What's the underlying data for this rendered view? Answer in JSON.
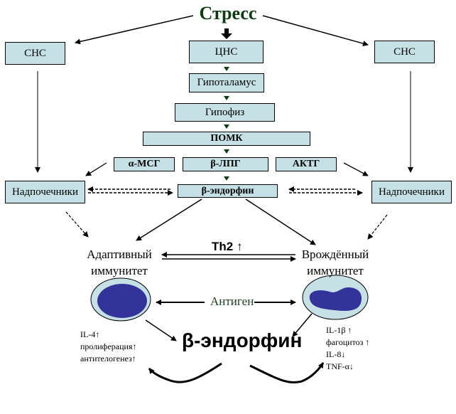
{
  "title": "Стресс",
  "colors": {
    "box_fill": "#c5e1e5",
    "title": "#0d3b12",
    "cell_outer": "#c5e1e5",
    "cell_nucleus": "#33339a"
  },
  "boxes": {
    "sns_left": "СНС",
    "cns": "ЦНС",
    "sns_right": "СНС",
    "hypothalamus": "Гипоталамус",
    "pituitary": "Гипофиз",
    "pomc": "ПОМК",
    "alpha_msh": "α-МСГ",
    "beta_lph": "β-ЛПГ",
    "acth": "АКТГ",
    "adrenal_left": "Надпочечники",
    "beta_endorphin": "β-эндорфин",
    "adrenal_right": "Надпочечники"
  },
  "th2": "Th2",
  "th2_arrow": "↑",
  "adaptive": {
    "line1": "Адаптивный",
    "line2": "иммунитет",
    "icon": "lymphocyte-cell"
  },
  "innate": {
    "line1": "Врождённый",
    "line2": "иммунитет",
    "icon": "neutrophil-cell"
  },
  "antigen": "Антиген",
  "center_label": "β-эндорфин",
  "adaptive_effects": [
    "IL-4↑",
    "пролиферация↑",
    "антителогенез↑"
  ],
  "innate_effects": [
    "IL-1β ↑",
    "фагоцитоз ↑",
    "IL-8↓",
    "TNF-α↓"
  ]
}
